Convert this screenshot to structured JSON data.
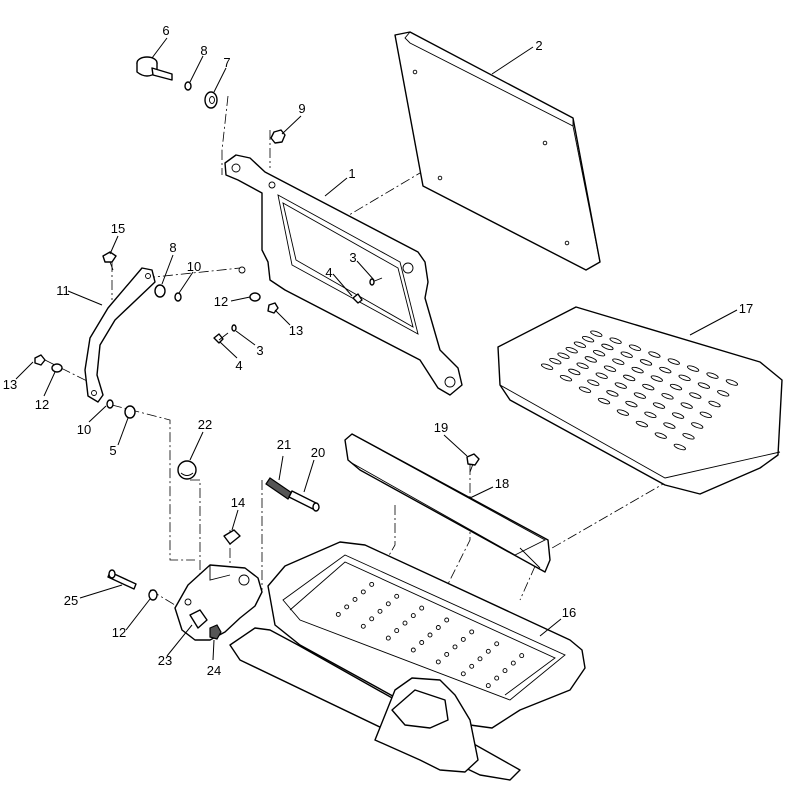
{
  "callouts": [
    {
      "id": "c6",
      "label": "6"
    },
    {
      "id": "c8a",
      "label": "8"
    },
    {
      "id": "c7",
      "label": "7"
    },
    {
      "id": "c2",
      "label": "2"
    },
    {
      "id": "c9",
      "label": "9"
    },
    {
      "id": "c1",
      "label": "1"
    },
    {
      "id": "c15",
      "label": "15"
    },
    {
      "id": "c8b",
      "label": "8"
    },
    {
      "id": "c10a",
      "label": "10"
    },
    {
      "id": "c11",
      "label": "11"
    },
    {
      "id": "c3a",
      "label": "3"
    },
    {
      "id": "c4a",
      "label": "4"
    },
    {
      "id": "c12a",
      "label": "12"
    },
    {
      "id": "c13a",
      "label": "13"
    },
    {
      "id": "c3b",
      "label": "3"
    },
    {
      "id": "c4b",
      "label": "4"
    },
    {
      "id": "c17",
      "label": "17"
    },
    {
      "id": "c13b",
      "label": "13"
    },
    {
      "id": "c12b",
      "label": "12"
    },
    {
      "id": "c10b",
      "label": "10"
    },
    {
      "id": "c5",
      "label": "5"
    },
    {
      "id": "c22",
      "label": "22"
    },
    {
      "id": "c19",
      "label": "19"
    },
    {
      "id": "c21",
      "label": "21"
    },
    {
      "id": "c20",
      "label": "20"
    },
    {
      "id": "c18",
      "label": "18"
    },
    {
      "id": "c14",
      "label": "14"
    },
    {
      "id": "c16",
      "label": "16"
    },
    {
      "id": "c25",
      "label": "25"
    },
    {
      "id": "c12c",
      "label": "12"
    },
    {
      "id": "c23",
      "label": "23"
    },
    {
      "id": "c24",
      "label": "24"
    }
  ]
}
